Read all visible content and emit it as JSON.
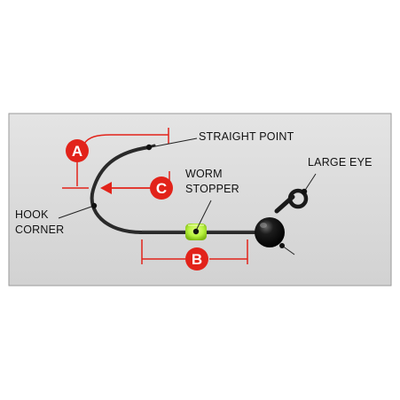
{
  "labels": {
    "straight_point": "STRAIGHT POINT",
    "large_eye": "LARGE EYE",
    "worm": "WORM",
    "stopper": "STOPPER",
    "hook": "HOOK",
    "corner": "CORNER"
  },
  "badges": {
    "a": "A",
    "b": "B",
    "c": "C"
  },
  "colors": {
    "panel": "#dcdcdc",
    "panel_border": "#9a9a9a",
    "accent_red": "#e2231a",
    "hook_wire": "#2a2a2a",
    "stopper_green": "#b6f23c",
    "head_black": "#111111"
  }
}
